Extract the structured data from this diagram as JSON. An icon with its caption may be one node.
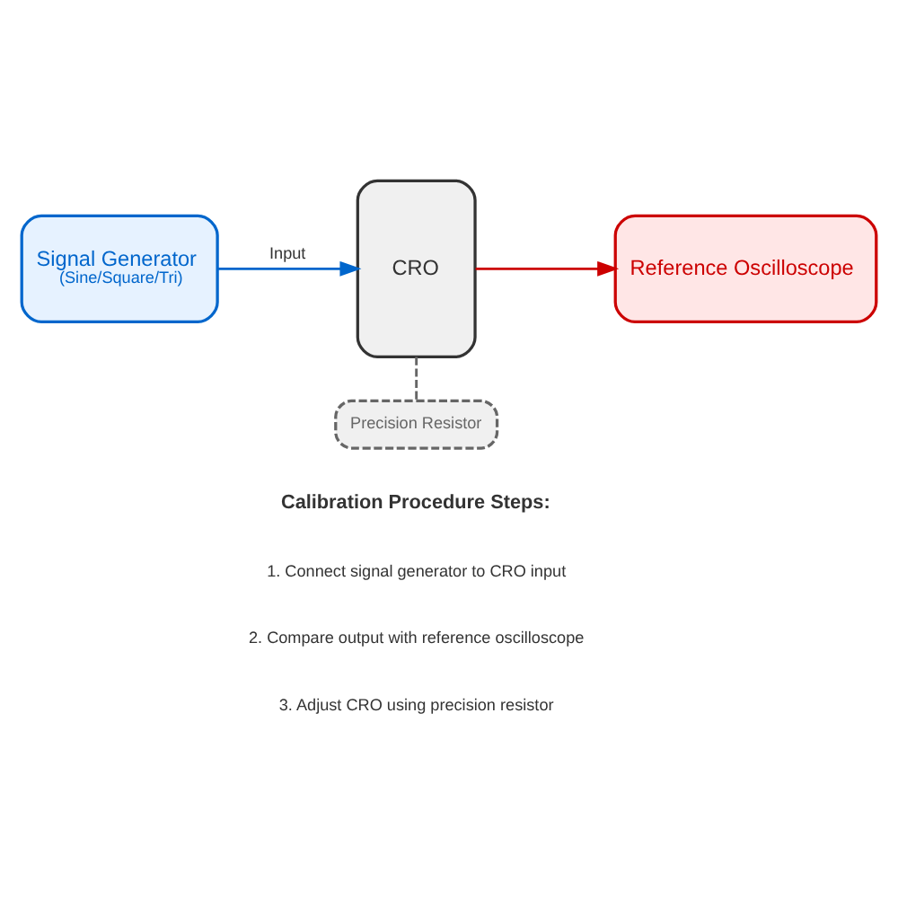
{
  "diagram": {
    "nodes": [
      {
        "text": [
          "Signal Generator",
          "(Sine/Square/Tri)"
        ]
      },
      {
        "text": [
          "CRO"
        ]
      },
      {
        "text": [
          "Reference Oscilloscope"
        ]
      },
      {
        "text": [
          "Precision Resistor"
        ]
      }
    ],
    "edges": [
      {
        "from": 0,
        "to": 1,
        "arrow": "to",
        "label": "Input",
        "color": "#0066cc"
      },
      {
        "from": 1,
        "to": 2,
        "arrow": "to",
        "color": "#cc0000"
      },
      {
        "from": 1,
        "to": 3,
        "arrow": "none",
        "style": "dashed",
        "color": "#666666"
      }
    ],
    "labels": [
      "Calibration Procedure Steps:",
      "1. Connect signal generator to CRO input",
      "2. Compare output with reference oscilloscope",
      "3. Adjust CRO using precision resistor"
    ]
  }
}
